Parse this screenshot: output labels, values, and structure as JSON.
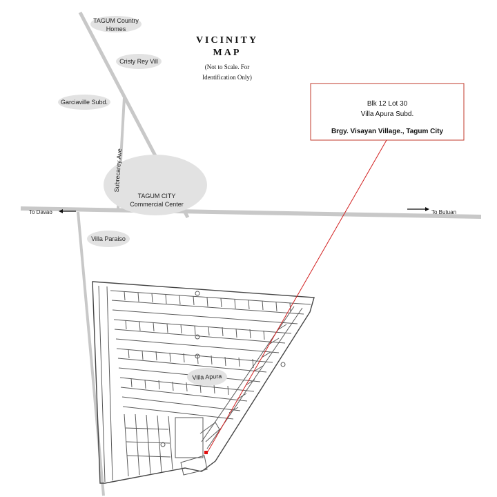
{
  "title": {
    "line1": "VICINITY",
    "line2": "MAP",
    "note1": "(Not to Scale. For",
    "note2": "Identification Only)"
  },
  "places": {
    "tagum_country_homes_1": "TAGUM Country",
    "tagum_country_homes_2": "Homes",
    "cristy_rey": "Cristy Rey Vill",
    "garciaville": "Garciaville Subd.",
    "subrecarey": "Subrecarey Ave",
    "commercial_1": "TAGUM CITY",
    "commercial_2": "Commercial Center",
    "villa_paraiso": "Villa Paraiso",
    "villa_apura": "Villa Apura"
  },
  "directions": {
    "to_davao": "To Davao",
    "to_butuan": "To Butuan"
  },
  "callout": {
    "line1": "Blk  12  Lot 30",
    "line2": "Villa Apura  Subd.",
    "line3": "Brgy.  Visayan Village., Tagum City"
  },
  "colors": {
    "road": "#c8c8c8",
    "bubble": "#e2e2e2",
    "callout_border": "#c0392b",
    "leader_line": "#d21f1f",
    "marker": "#e01010",
    "plan_ink": "#5a5a5a"
  }
}
